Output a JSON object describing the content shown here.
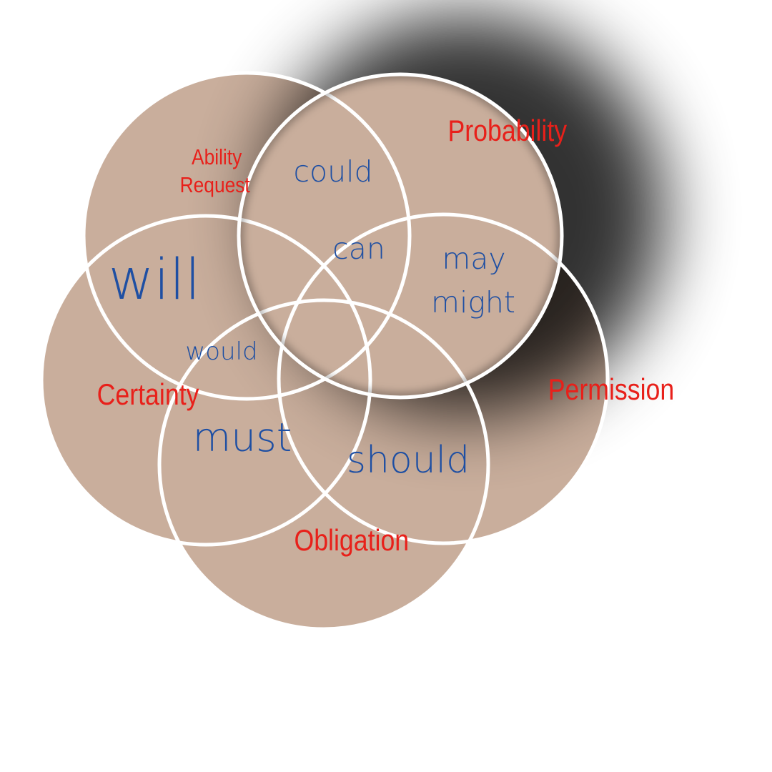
{
  "colors": {
    "circle_fill": "#c9ae9c",
    "circle_stroke": "#ffffff",
    "category_label": "#e8201a",
    "modal_word": "#1e4fa3"
  },
  "categories": {
    "ability_request": {
      "line1": "Ability",
      "line2": "Request"
    },
    "probability": "Probability",
    "certainty": "Certainty",
    "permission": "Permission",
    "obligation": "Obligation"
  },
  "modal_verbs": {
    "could": "could",
    "can": "can",
    "may": "may",
    "might": "might",
    "will": "will",
    "would": "would",
    "must": "must",
    "should": "should"
  }
}
